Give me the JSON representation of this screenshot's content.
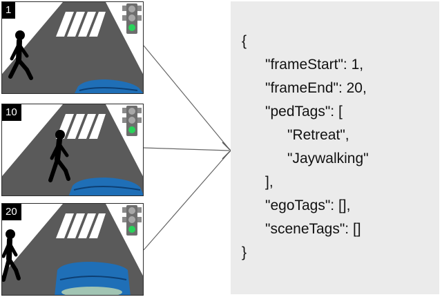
{
  "frames": [
    {
      "number": "1",
      "light": "green-light"
    },
    {
      "number": "10",
      "light": "green-light"
    },
    {
      "number": "20",
      "light": "green-light"
    }
  ],
  "json_lines": [
    "{",
    "\"frameStart\": 1,",
    "\"frameEnd\": 20,",
    "\"pedTags\": [",
    "\"Retreat\",",
    "\"Jaywalking\"",
    "],",
    "\"egoTags\": [],",
    "\"sceneTags\": []",
    "}"
  ],
  "colors": {
    "road": "#5a5a5a",
    "crosswalk": "#ffffff",
    "car": "#1f6fb7",
    "traffic_light_on": "#29d35a",
    "panel": "#ebebeb"
  }
}
